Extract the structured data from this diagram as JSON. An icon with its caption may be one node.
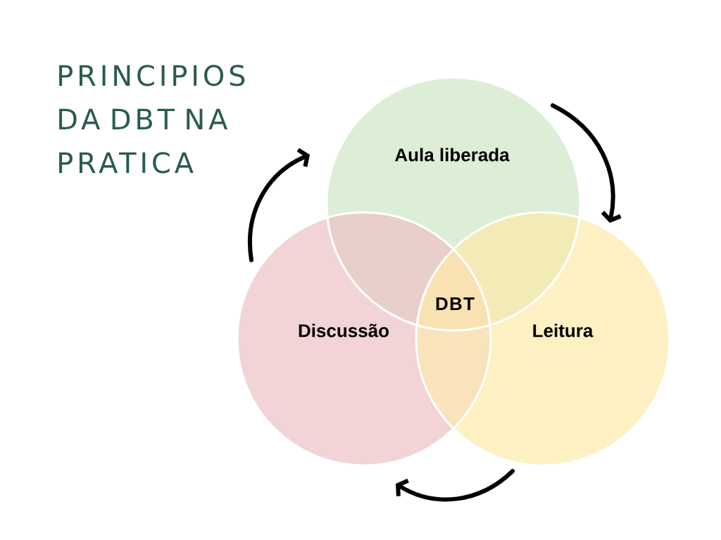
{
  "diagram": {
    "title": "PRINCIPIOS DA DBT NA PRATICA",
    "nodes": [
      {
        "text": [
          "Aula liberada"
        ]
      },
      {
        "text": [
          "Discussão"
        ]
      },
      {
        "text": [
          "Leitura"
        ]
      }
    ],
    "edges": [
      {
        "from": 1,
        "to": 0,
        "arrow": "to"
      },
      {
        "from": 0,
        "to": 2,
        "arrow": "to"
      },
      {
        "from": 2,
        "to": 1,
        "arrow": "to"
      }
    ],
    "labels": [
      "DBT"
    ]
  }
}
